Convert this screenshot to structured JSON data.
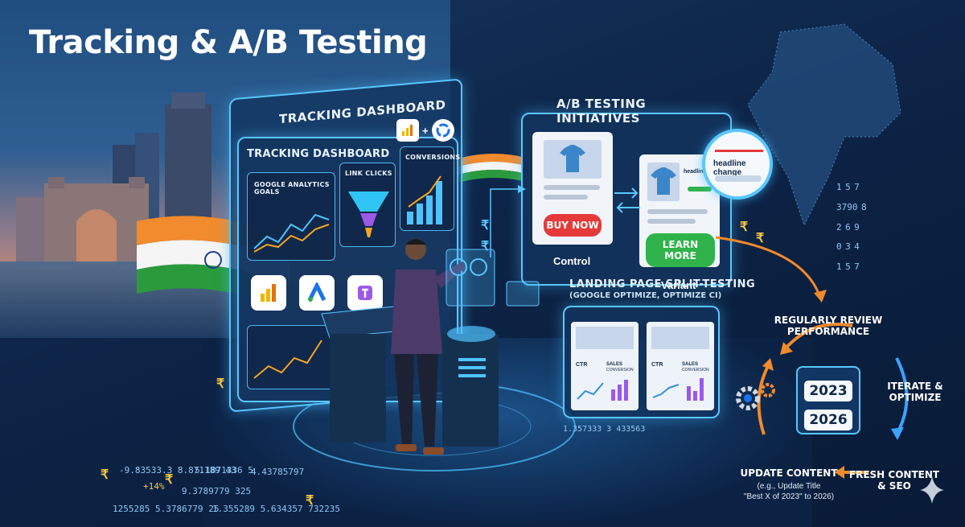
{
  "title": "Tracking & A/B Testing",
  "tracking_dashboard": {
    "outer_label": "TRACKING DASHBOARD",
    "inner_label": "TRACKING DASHBOARD",
    "cards": {
      "goals": "GOOGLE ANALYTICS GOALS",
      "clicks": "LINK CLICKS",
      "conversions": "CONVERSIONS"
    },
    "connector_plus": "+"
  },
  "ab_testing": {
    "label": "A/B TESTING INITIATIVES",
    "control": {
      "button": "BUY NOW",
      "caption": "Control"
    },
    "variant": {
      "button": "LEARN MORE",
      "caption": "Variant",
      "small_text": "headline c"
    },
    "magnifier_text": "headline change"
  },
  "split_testing": {
    "label": "LANDING PAGE SPLIT-TESTING",
    "sublabel": "(GOOGLE OPTIMIZE, OPTIMIZE CI)",
    "screen_a": {
      "ctr": "CTR",
      "sales": "SALES",
      "conv": "CONVERSION"
    },
    "screen_b": {
      "ctr": "CTR",
      "sales": "SALES",
      "conv": "CONVERSION"
    },
    "figures": "1.357333 3 433563"
  },
  "cycle": {
    "review": "REGULARLY REVIEW PERFORMANCE",
    "iterate": "ITERATE & OPTIMIZE",
    "fresh": "FRESH CONTENT & SEO",
    "update_title": "UPDATE CONTENT",
    "update_line1": "(e.g., Update Title",
    "update_line2": "\"Best X of 2023\" to 2026)",
    "year_from": "2023",
    "year_to": "2026"
  },
  "floating_numbers": [
    "-9.83533.3 8.871189 43",
    "+14%",
    "5.1871336 5",
    "4.43785797",
    "9.3789779 325",
    "1255285 5.3786779 25",
    "1.355289 5.634357 732235"
  ],
  "currency_symbol": "₹",
  "map_digits": [
    "1",
    "5",
    "7",
    "3790",
    "8",
    "2",
    "6",
    "9",
    "0",
    "3",
    "4",
    "1",
    "5",
    "7"
  ],
  "colors": {
    "accent": "#59c7ff",
    "buy_now": "#e63a3a",
    "learn_more": "#2fb34a",
    "orange_arrow": "#f08a2a",
    "blue_arrow": "#3aa4ff"
  }
}
